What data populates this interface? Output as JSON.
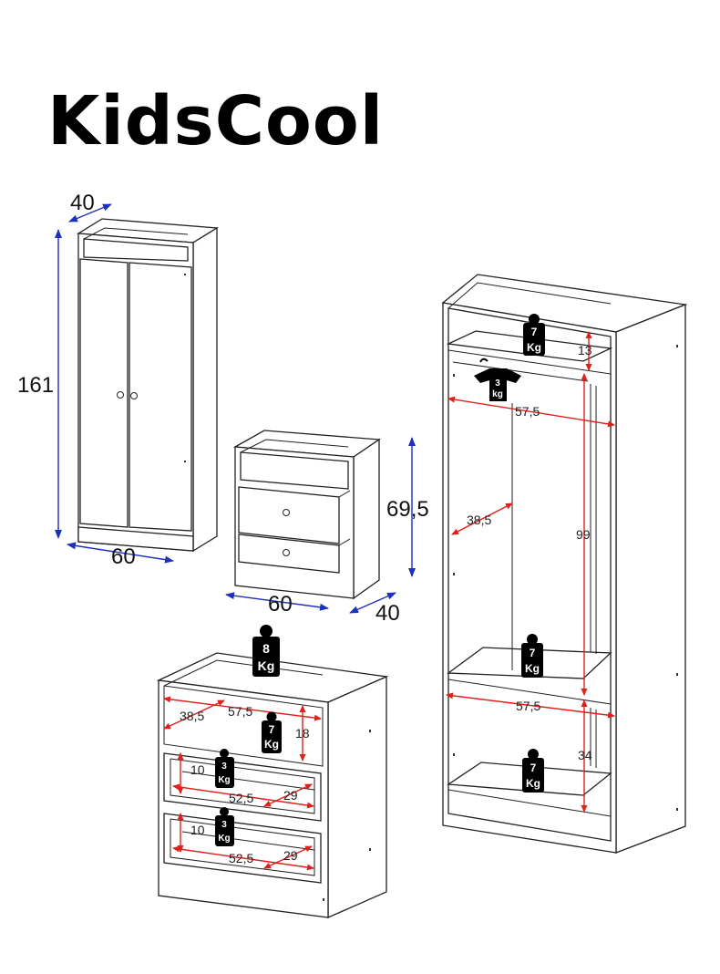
{
  "brand": "KidsCool",
  "wardrobe": {
    "depth": "40",
    "height": "161",
    "width": "60"
  },
  "nightstand": {
    "height": "69,5",
    "width": "60",
    "depth": "40"
  },
  "open_wardrobe": {
    "top_shelf_weight": {
      "value": "7",
      "unit": "Kg"
    },
    "top_shelf_height": "13",
    "hanger_weight": {
      "value": "3",
      "unit": "kg"
    },
    "rail_width": "57,5",
    "depth": "38,5",
    "hanging_height": "99",
    "middle_shelf_weight": {
      "value": "7",
      "unit": "Kg"
    },
    "middle_shelf_width": "57,5",
    "bottom_height": "34",
    "bottom_shelf_weight": {
      "value": "7",
      "unit": "Kg"
    }
  },
  "chest": {
    "top_weight": {
      "value": "8",
      "unit": "Kg"
    },
    "shelf_depth": "38,5",
    "shelf_width": "57,5",
    "shelf_height": "18",
    "shelf_weight": {
      "value": "7",
      "unit": "Kg"
    },
    "drawer1": {
      "weight": {
        "value": "3",
        "unit": "Kg"
      },
      "height": "10",
      "width": "52,5",
      "depth": "29"
    },
    "drawer2": {
      "weight": {
        "value": "3",
        "unit": "Kg"
      },
      "height": "10",
      "width": "52,5",
      "depth": "29"
    }
  },
  "colors": {
    "dimension_blue": "#1f2fbf",
    "dimension_red": "#e0201c",
    "outline": "#222222",
    "weight_icon": "#000000"
  }
}
